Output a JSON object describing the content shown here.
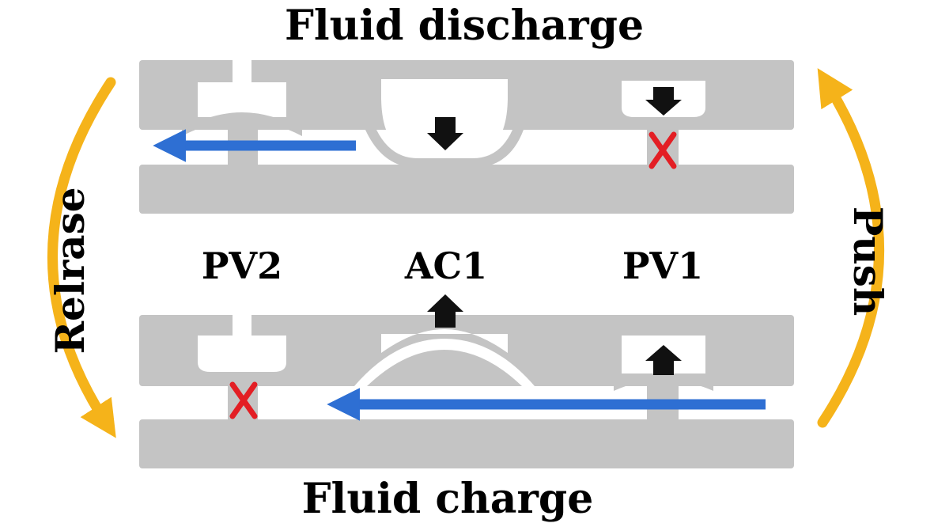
{
  "labels": {
    "top": "Fluid discharge",
    "bottom": "Fluid charge",
    "left": "Relrase",
    "right": "Push",
    "pv2": "PV2",
    "ac1": "AC1",
    "pv1": "PV1"
  },
  "colors": {
    "body": "#c4c4c4",
    "cavity": "#ffffff",
    "flow_arrow": "#2e6fd3",
    "closed_mark": "#e31e24",
    "cycle_arrow": "#f5b31a",
    "press_arrow": "#111111"
  },
  "icons": {
    "closed_valve": "x-mark-icon",
    "flow": "flow-arrow-icon",
    "press": "down-arrow-icon",
    "lift": "up-arrow-icon",
    "cycle": "curved-arrow-icon"
  }
}
